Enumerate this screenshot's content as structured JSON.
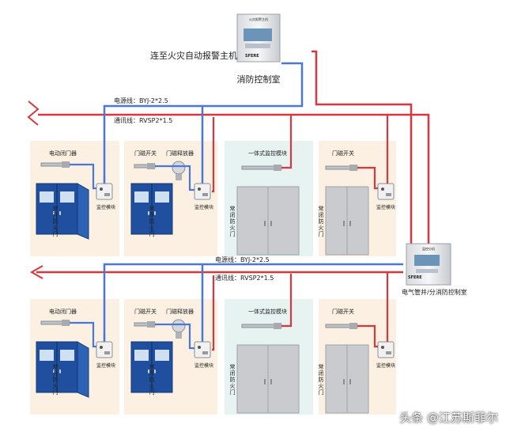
{
  "main_panel": {
    "title": "火灾报警主机",
    "brand": "SFERE",
    "caption": "消防控制室",
    "link_label": "连至火灾自动报警主机"
  },
  "sub_panel": {
    "title": "监控分机",
    "brand": "SFERE",
    "caption": "电气管井/分消防控制室"
  },
  "cables": {
    "power": "电源线：BYJ-2*2.5",
    "comm": "通讯线：RVSP2*1.5"
  },
  "cells": {
    "door_closer": "电动闭门器",
    "magnetic_switch": "门磁开关",
    "door_release": "门磁释放器",
    "integrated_module": "一体式监控模块",
    "monitor_module": "监控模块",
    "normally_open": "常开防火门",
    "normally_closed": "常闭防火门"
  },
  "watermark": "头条 @江苏斯菲尔",
  "colors": {
    "power_line": "#d9363e",
    "comm_line": "#4a78d8",
    "warm_bg": "#fbf0e2",
    "cool_bg": "#e7f3f1",
    "door_blue": "#1f4f9e",
    "door_grey": "#c9cbcf"
  }
}
